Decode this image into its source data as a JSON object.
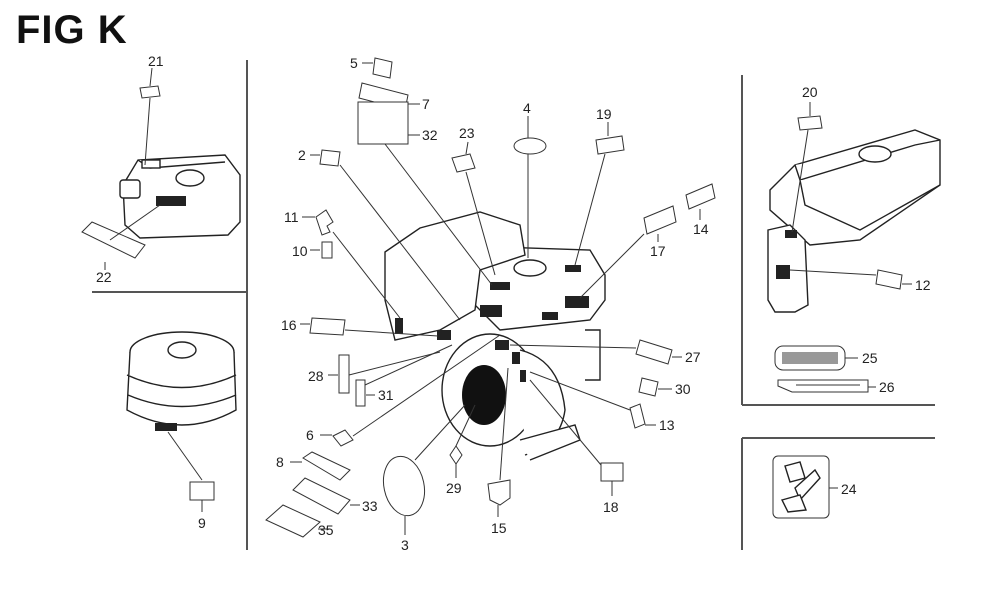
{
  "figure": {
    "title": "FIG K"
  },
  "callouts": {
    "c2": "2",
    "c3": "3",
    "c4": "4",
    "c5": "5",
    "c6": "6",
    "c7": "7",
    "c8": "8",
    "c9": "9",
    "c10": "10",
    "c11": "11",
    "c12": "12",
    "c13": "13",
    "c14": "14",
    "c15": "15",
    "c16": "16",
    "c17": "17",
    "c18": "18",
    "c19": "19",
    "c20": "20",
    "c21": "21",
    "c22": "22",
    "c23": "23",
    "c24": "24",
    "c25": "25",
    "c26": "26",
    "c27": "27",
    "c28": "28",
    "c29": "29",
    "c30": "30",
    "c31": "31",
    "c32": "32",
    "c33": "33",
    "c35": "35"
  }
}
